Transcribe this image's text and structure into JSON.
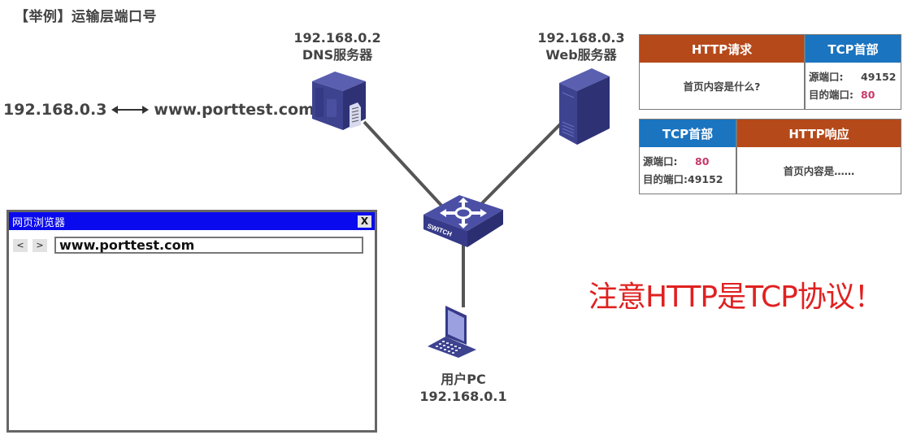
{
  "title": "【举例】运输层端口号",
  "dns_mapping": {
    "ip": "192.168.0.3",
    "domain": "www.porttest.com"
  },
  "nodes": {
    "dns_server": {
      "ip": "192.168.0.2",
      "name": "DNS服务器",
      "icon": "dns-server-icon"
    },
    "web_server": {
      "ip": "192.168.0.3",
      "name": "Web服务器",
      "icon": "web-server-icon"
    },
    "switch": {
      "label": "SWITCH",
      "icon": "switch-icon"
    },
    "user_pc": {
      "name": "用户PC",
      "ip": "192.168.0.1",
      "icon": "laptop-icon"
    }
  },
  "http_request_packet": {
    "http_header": "HTTP请求",
    "http_body": "首页内容是什么?",
    "tcp_header": "TCP首部",
    "src_port_label": "源端口:",
    "src_port": "49152",
    "dst_port_label": "目的端口:",
    "dst_port": "80"
  },
  "http_response_packet": {
    "tcp_header": "TCP首部",
    "src_port_label": "源端口:",
    "src_port": "80",
    "dst_port_label": "目的端口:",
    "dst_port": "49152",
    "http_header": "HTTP响应",
    "http_body": "首页内容是……"
  },
  "note": "注意HTTP是TCP协议！",
  "browser": {
    "title": "网页浏览器",
    "close_label": "X",
    "back_label": "<",
    "forward_label": ">",
    "url": "www.porttest.com"
  },
  "colors": {
    "http_header": "#b5491a",
    "tcp_header": "#1a74c0",
    "highlight_port": "#c8386a",
    "note": "#e02020",
    "browser_titlebar": "#0a0aee",
    "device": "#3c3f8f"
  }
}
